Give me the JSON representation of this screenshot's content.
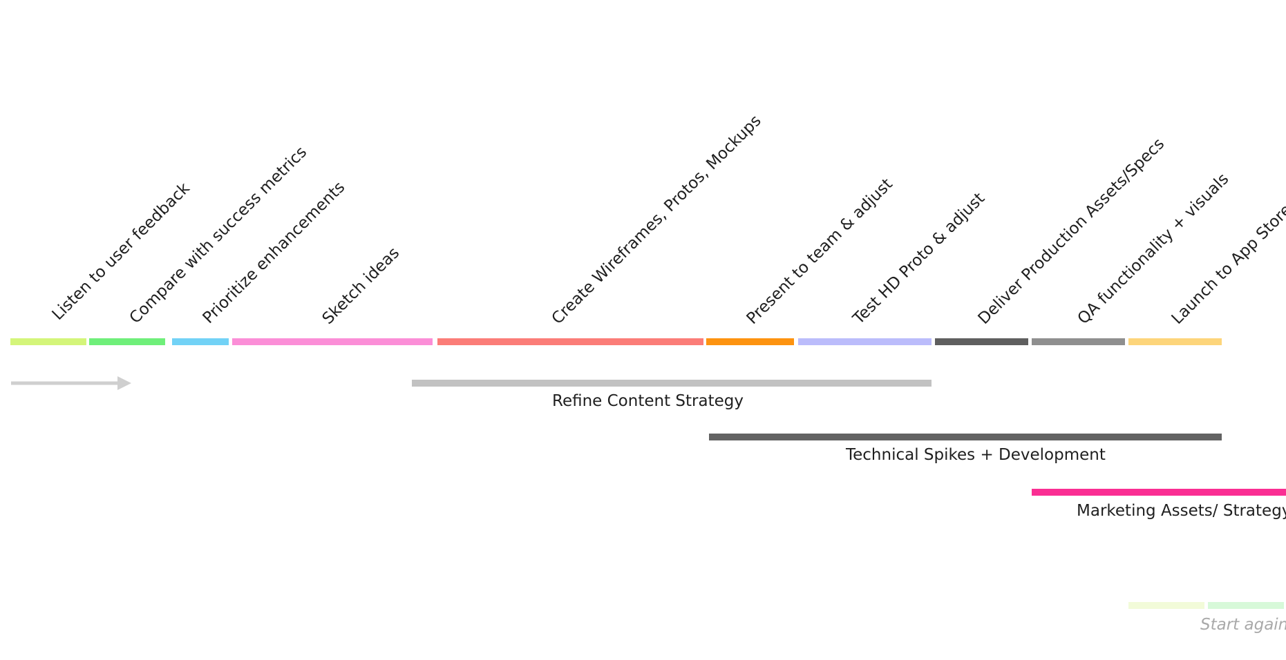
{
  "phases": [
    {
      "label": "Listen to user feedback",
      "color": "#d4f57a"
    },
    {
      "label": "Compare with success metrics",
      "color": "#6fef7a"
    },
    {
      "label": "Prioritize enhancements",
      "color": "#72d2f6"
    },
    {
      "label": "Sketch ideas",
      "color": "#fb8ed7"
    },
    {
      "label": "Create Wireframes, Protos, Mockups",
      "color": "#fb7d78"
    },
    {
      "label": "Present to team & adjust",
      "color": "#fd9310"
    },
    {
      "label": "Test HD Proto & adjust",
      "color": "#bbbcfb"
    },
    {
      "label": "Deliver Production Assets/Specs",
      "color": "#5f5f5f"
    },
    {
      "label": "QA functionality + visuals",
      "color": "#8f8f8f"
    },
    {
      "label": "Launch to App Store",
      "color": "#fdd57b"
    }
  ],
  "tracks": [
    {
      "label": "Refine Content Strategy",
      "color": "#c2c2c2"
    },
    {
      "label": "Technical Spikes + Development",
      "color": "#636363"
    },
    {
      "label": "Marketing Assets/ Strategy",
      "color": "#fa2e93"
    }
  ],
  "arrow": {
    "color": "#cfcfcf",
    "icon": "arrow-right-icon"
  },
  "restart": {
    "label": "Start again",
    "colors": [
      "#f2fbd9",
      "#d7f9d9",
      "#d7eefb"
    ]
  }
}
